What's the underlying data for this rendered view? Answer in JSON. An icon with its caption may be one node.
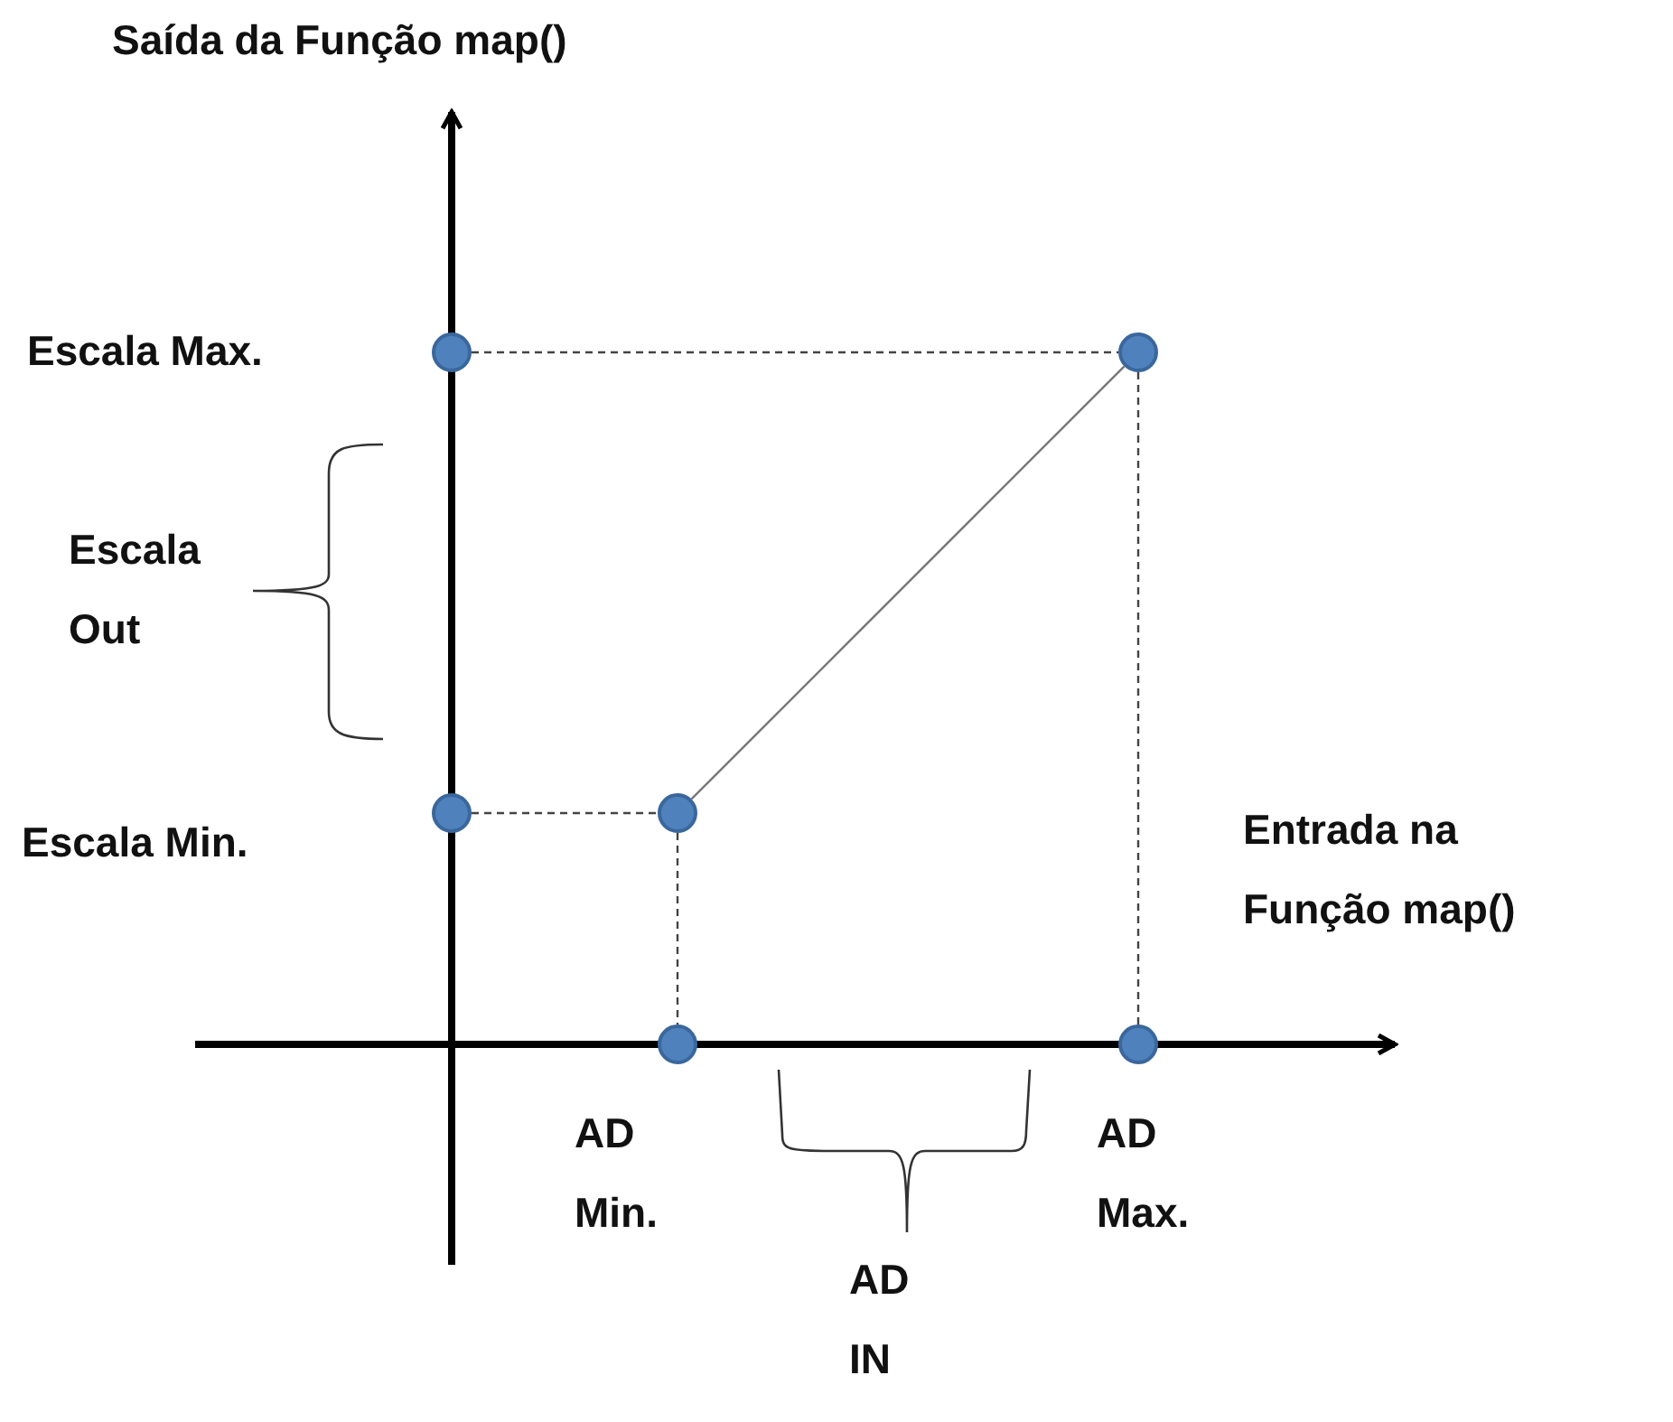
{
  "diagram": {
    "nodes": [
      {
        "text": [],
        "shape": "circle"
      },
      {
        "text": [],
        "shape": "circle"
      },
      {
        "text": [],
        "shape": "circle"
      },
      {
        "text": [],
        "shape": "circle"
      },
      {
        "text": [],
        "shape": "circle",
        "beside": [
          "AD Min."
        ]
      },
      {
        "text": [],
        "shape": "circle",
        "beside": [
          "AD Max."
        ]
      }
    ],
    "edges": [
      {
        "from": 0,
        "to": 1,
        "arrow": "none",
        "style": "dashed"
      },
      {
        "from": 1,
        "to": 5,
        "arrow": "none",
        "style": "dashed"
      },
      {
        "from": 2,
        "to": 3,
        "arrow": "none",
        "style": "dashed"
      },
      {
        "from": 3,
        "to": 4,
        "arrow": "none",
        "style": "dashed"
      },
      {
        "from": 3,
        "to": 1,
        "arrow": "none"
      }
    ],
    "labels": [
      "Saída da Função map()",
      "Escala Max.",
      "Escala Out",
      "Escala Min.",
      "Entrada na Função map()",
      "AD IN"
    ]
  }
}
